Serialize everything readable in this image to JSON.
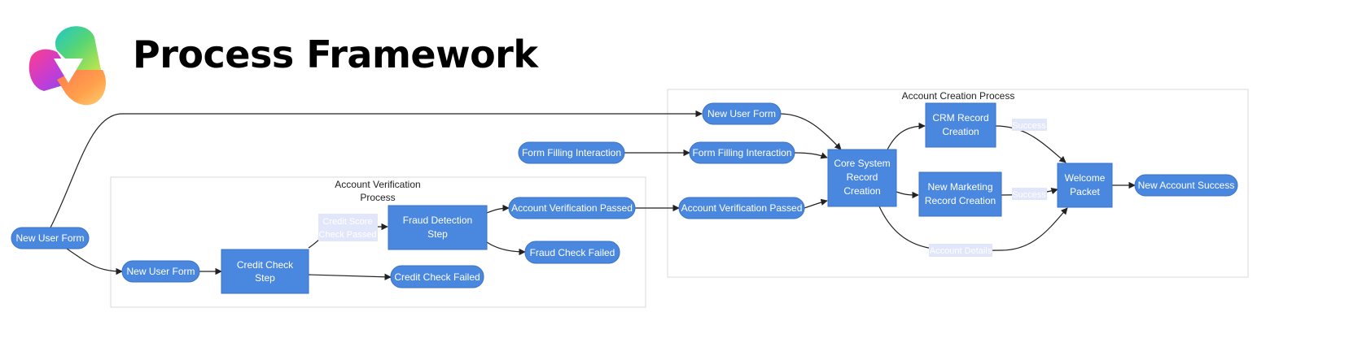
{
  "header": {
    "title": "Process Framework",
    "logo_icon": "gradient-triangle-logo"
  },
  "colors": {
    "node_fill": "#4a88e0",
    "edge_label_bg": "#e2e6fb",
    "group_border": "#d8d8d8"
  },
  "groups": {
    "verification": {
      "title_line1": "Account Verification",
      "title_line2": "Process"
    },
    "creation": {
      "title": "Account Creation Process"
    }
  },
  "nodes": {
    "new_user_form_start": "New User Form",
    "new_user_form_top": "New User Form",
    "form_filling_left": "Form Filling Interaction",
    "form_filling_right": "Form Filling Interaction",
    "new_user_form_verif": "New User Form",
    "credit_check_line1": "Credit Check",
    "credit_check_line2": "Step",
    "credit_check_failed": "Credit Check Failed",
    "fraud_detection_line1": "Fraud Detection",
    "fraud_detection_line2": "Step",
    "account_verification_passed_left": "Account Verification Passed",
    "fraud_check_failed": "Fraud Check Failed",
    "account_verification_passed_right": "Account Verification Passed",
    "core_system_line1": "Core System",
    "core_system_line2": "Record",
    "core_system_line3": "Creation",
    "crm_record_line1": "CRM Record",
    "crm_record_line2": "Creation",
    "new_marketing_line1": "New Marketing",
    "new_marketing_line2": "Record Creation",
    "welcome_packet_line1": "Welcome",
    "welcome_packet_line2": "Packet",
    "new_account_success": "New Account Success"
  },
  "edge_labels": {
    "credit_score_line1": "Credit Score",
    "credit_score_line2": "Check Passed",
    "success_crm": "Success",
    "success_marketing": "Success",
    "account_details": "Account Details"
  }
}
